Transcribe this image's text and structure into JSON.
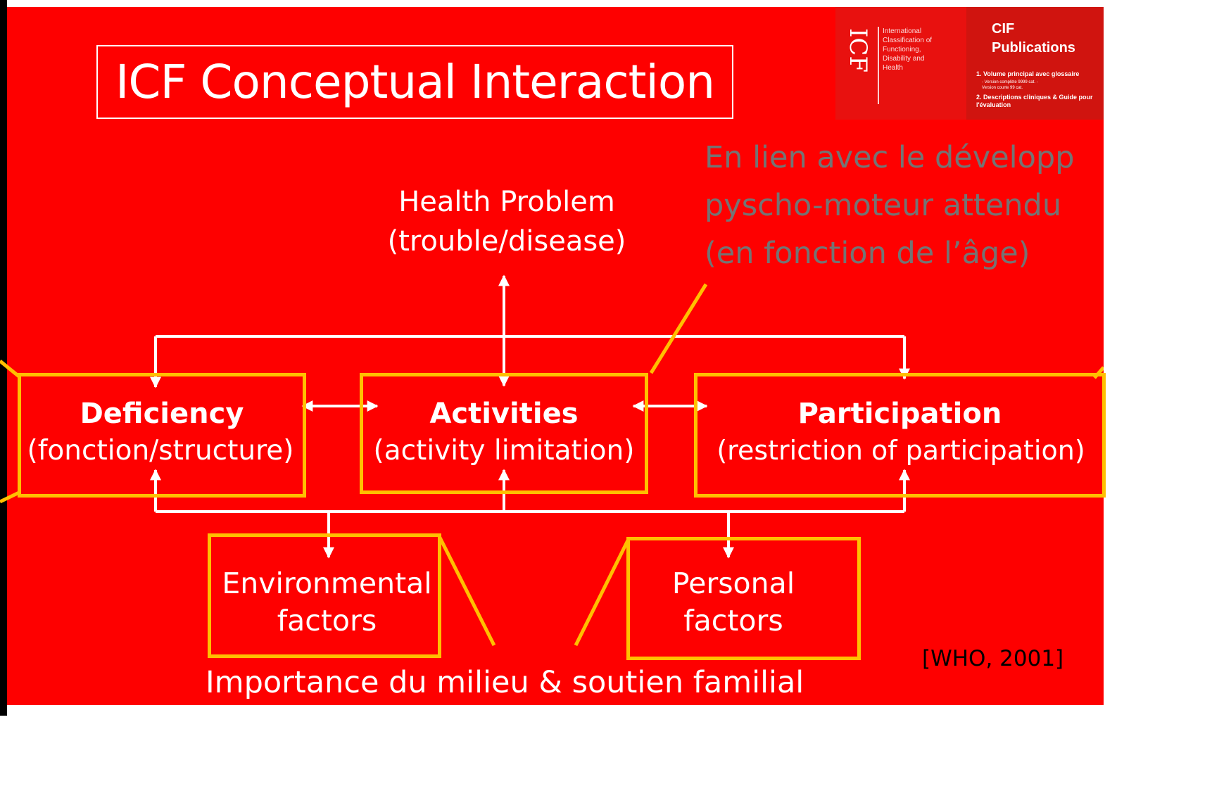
{
  "title": "ICF Conceptual Interaction",
  "book_cover": {
    "spine": "ICF",
    "subtitle": "International Classification of Functioning, Disability and Health",
    "title": "CIF Publications",
    "item1": "1. Volume principal avec glossaire",
    "item1_detail": "- Version complète 9999 cat. - Version courte 99 cat.",
    "item2": "2. Descriptions cliniques & Guide pour l'évaluation"
  },
  "note": {
    "line1": "En lien avec le  développ",
    "line2": "pyscho-moteur attendu",
    "line3": "(en fonction de l’âge)"
  },
  "health_problem": {
    "line1": "Health Problem",
    "line2": "(trouble/disease)"
  },
  "deficiency": {
    "title": "Deficiency",
    "subtitle": "(fonction/structure)"
  },
  "activities": {
    "title": "Activities",
    "subtitle": "(activity  limitation)"
  },
  "participation": {
    "title": "Participation",
    "subtitle": "(restriction of participation)"
  },
  "environmental": {
    "line1": "Environmental",
    "line2": "factors"
  },
  "personal": {
    "line1": "Personal",
    "line2": "factors"
  },
  "citation": "[WHO, 2001]",
  "bottom_note": "Importance du milieu & soutien familial",
  "colors": {
    "background": "#fe0000",
    "highlight": "#ffc000",
    "note_text": "#747474",
    "text": "#ffffff"
  }
}
